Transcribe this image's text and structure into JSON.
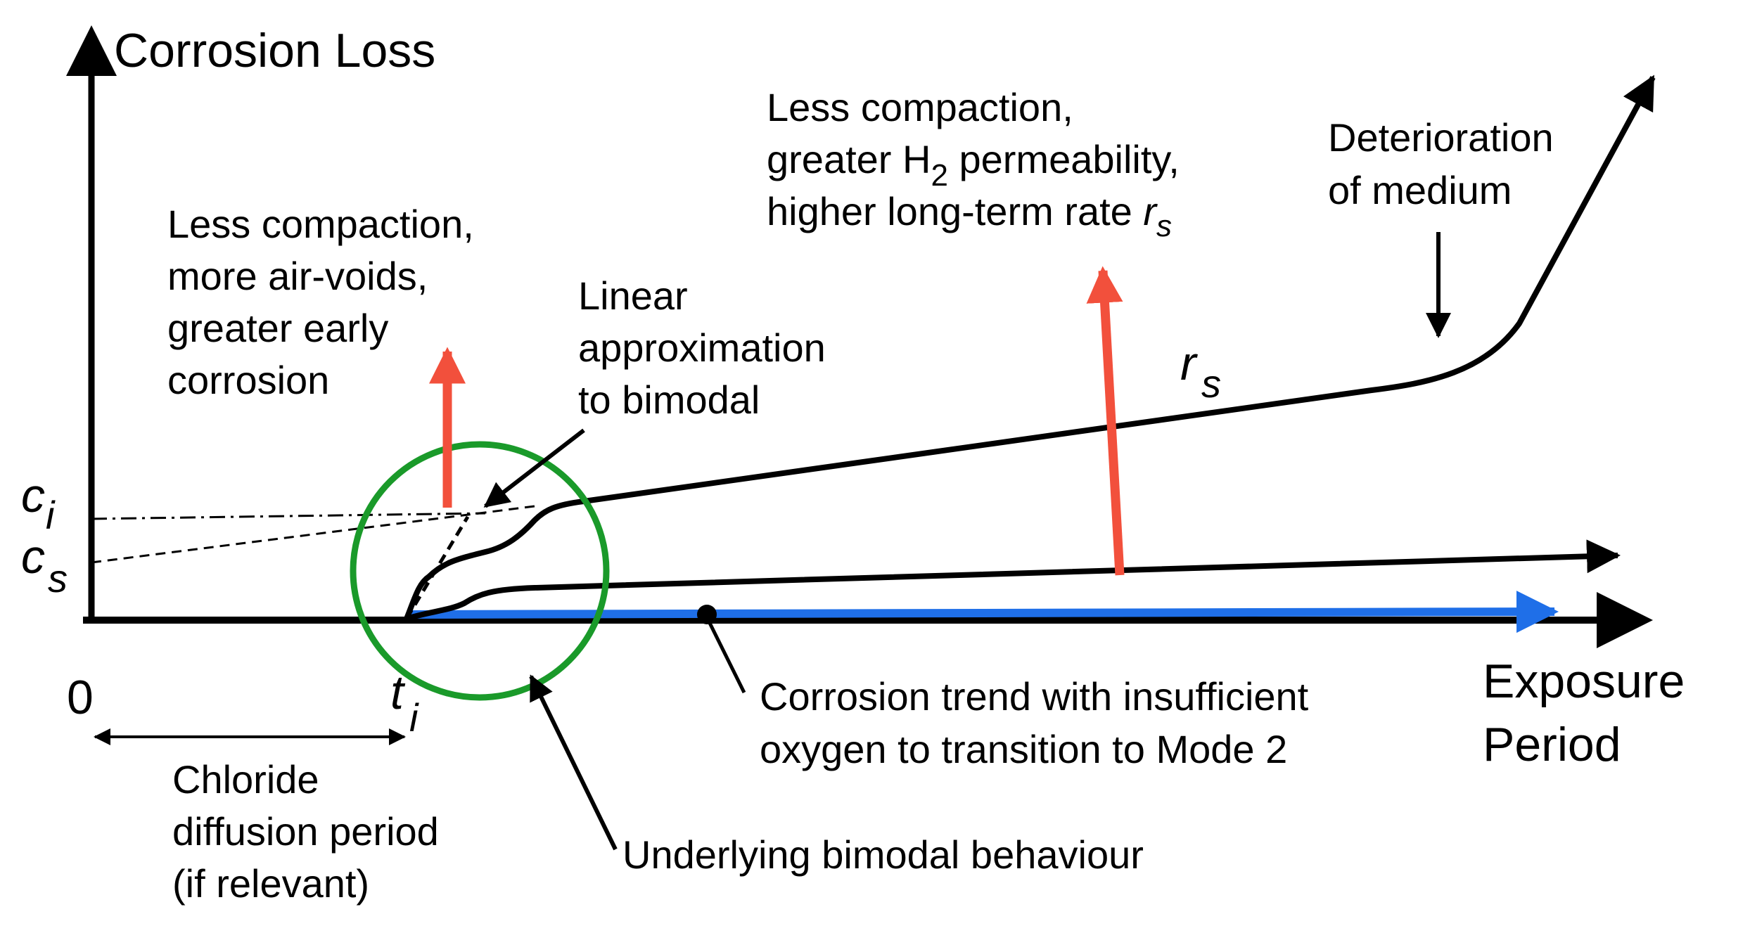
{
  "axes": {
    "y_label": "Corrosion Loss",
    "x_label_line1": "Exposure",
    "x_label_line2": "Period",
    "origin_label": "0",
    "ti_main": "t",
    "ti_sub": "i",
    "ci_main": "c",
    "ci_sub": "i",
    "cs_main": "c",
    "cs_sub": "s"
  },
  "annotations": {
    "left_upper": [
      "Less compaction,",
      "more air-voids,",
      "greater early",
      "corrosion"
    ],
    "linear_approx": [
      "Linear",
      "approximation",
      "to bimodal"
    ],
    "right_upper_line1": "Less compaction,",
    "right_upper_line2_a": "greater H",
    "right_upper_line2_sub": "2",
    "right_upper_line2_b": " permeability,",
    "right_upper_line3_a": "higher long-term rate ",
    "right_upper_line3_r": "r",
    "right_upper_line3_sub": "s",
    "deterioration": [
      "Deterioration",
      "of medium"
    ],
    "rs_main": "r",
    "rs_sub": "s",
    "chloride": [
      "Chloride",
      "diffusion period",
      "(if relevant)"
    ],
    "corrosion_trend": [
      "Corrosion trend with insufficient",
      "oxygen to transition to Mode 2"
    ],
    "underlying": "Underlying bimodal behaviour"
  },
  "colors": {
    "axis": "#000000",
    "curve": "#000000",
    "circle": "#1a9a2a",
    "red_arrow": "#f2503c",
    "blue_arrow": "#1f6fe8"
  }
}
